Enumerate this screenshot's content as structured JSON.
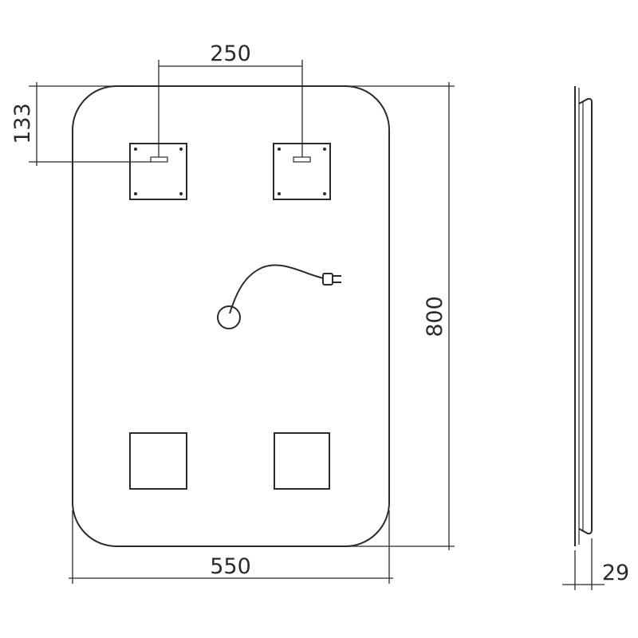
{
  "dimensions": {
    "mounting_spacing": "250",
    "top_offset": "133",
    "height": "800",
    "width": "550",
    "depth": "29"
  },
  "colors": {
    "line": "#2b2b2b",
    "background": "#ffffff"
  },
  "icons": {
    "cable": "power-cable-icon",
    "plug": "power-plug-icon",
    "switch": "touch-switch-icon"
  }
}
